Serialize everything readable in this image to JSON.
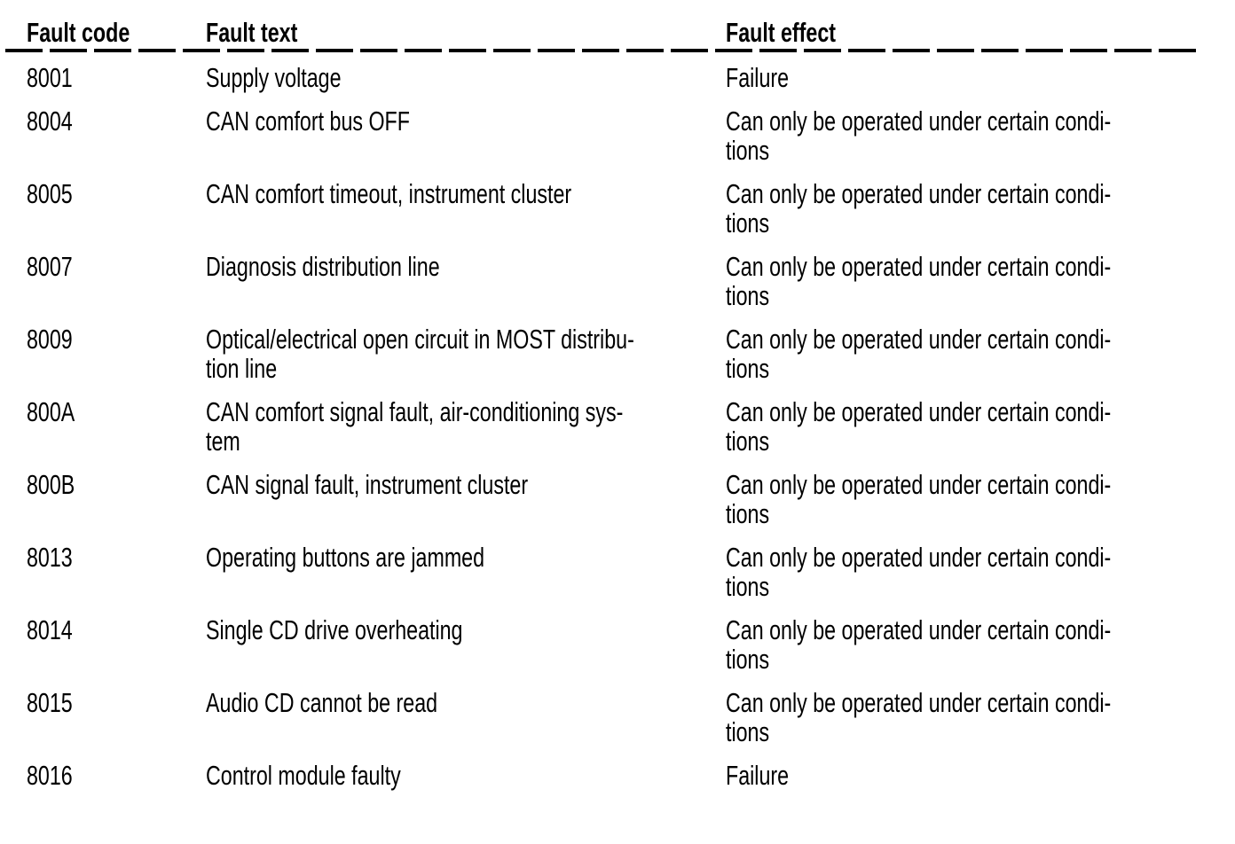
{
  "page": {
    "background": "#ffffff",
    "text_color": "#000000"
  },
  "table": {
    "headers": [
      "Fault code",
      "Fault text",
      "Fault effect"
    ],
    "rows": [
      {
        "code": "8001",
        "text": "Supply voltage",
        "text_lines": [
          "Supply voltage"
        ],
        "effect": "Failure",
        "effect_lines": [
          "Failure"
        ]
      },
      {
        "code": "8004",
        "text": "CAN comfort bus OFF",
        "text_lines": [
          "CAN comfort bus OFF"
        ],
        "effect": "Can only be operated under certain conditions",
        "effect_lines": [
          "Can only be operated under certain condi-",
          "tions"
        ]
      },
      {
        "code": "8005",
        "text": "CAN comfort timeout, instrument cluster",
        "text_lines": [
          "CAN comfort timeout, instrument cluster"
        ],
        "effect": "Can only be operated under certain conditions",
        "effect_lines": [
          "Can only be operated under certain condi-",
          "tions"
        ]
      },
      {
        "code": "8007",
        "text": "Diagnosis distribution line",
        "text_lines": [
          "Diagnosis distribution line"
        ],
        "effect": "Can only be operated under certain conditions",
        "effect_lines": [
          "Can only be operated under certain condi-",
          "tions"
        ]
      },
      {
        "code": "8009",
        "text": "Optical/electrical open circuit in MOST distribution line",
        "text_lines": [
          "Optical/electrical open circuit in MOST distribu-",
          "tion line"
        ],
        "effect": "Can only be operated under certain conditions",
        "effect_lines": [
          "Can only be operated under certain condi-",
          "tions"
        ]
      },
      {
        "code": "800A",
        "text": "CAN comfort signal fault, air-conditioning system",
        "text_lines": [
          "CAN comfort signal fault, air-conditioning sys-",
          "tem"
        ],
        "effect": "Can only be operated under certain conditions",
        "effect_lines": [
          "Can only be operated under certain condi-",
          "tions"
        ]
      },
      {
        "code": "800B",
        "text": "CAN signal fault, instrument cluster",
        "text_lines": [
          "CAN signal fault, instrument cluster"
        ],
        "effect": "Can only be operated under certain conditions",
        "effect_lines": [
          "Can only be operated under certain condi-",
          "tions"
        ]
      },
      {
        "code": "8013",
        "text": "Operating buttons are jammed",
        "text_lines": [
          "Operating buttons are jammed"
        ],
        "effect": "Can only be operated under certain conditions",
        "effect_lines": [
          "Can only be operated under certain condi-",
          "tions"
        ]
      },
      {
        "code": "8014",
        "text": "Single CD drive overheating",
        "text_lines": [
          "Single CD drive overheating"
        ],
        "effect": "Can only be operated under certain conditions",
        "effect_lines": [
          "Can only be operated under certain condi-",
          "tions"
        ]
      },
      {
        "code": "8015",
        "text": "Audio CD cannot be read",
        "text_lines": [
          "Audio CD cannot be read"
        ],
        "effect": "Can only be operated under certain conditions",
        "effect_lines": [
          "Can only be operated under certain condi-",
          "tions"
        ]
      },
      {
        "code": "8016",
        "text": "Control module faulty",
        "text_lines": [
          "Control module faulty"
        ],
        "effect": "Failure",
        "effect_lines": [
          "Failure"
        ]
      }
    ]
  }
}
